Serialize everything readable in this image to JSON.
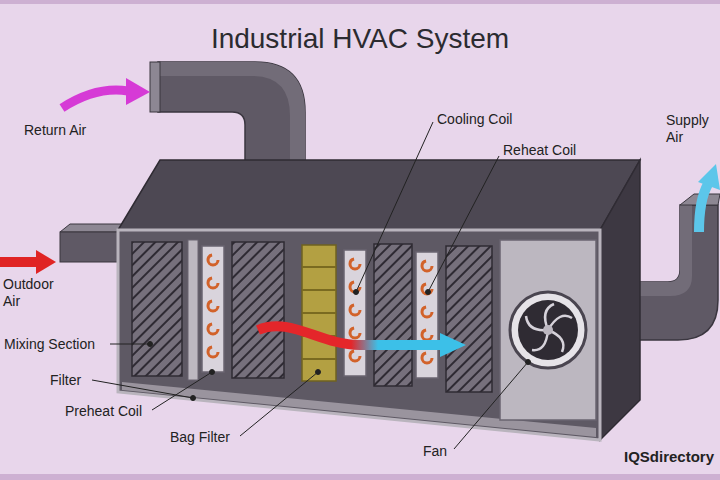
{
  "diagram": {
    "title": "Industrial HVAC System",
    "labels": [
      "Return Air",
      "Outdoor Air",
      "Supply Air",
      "Cooling Coil",
      "Reheat Coil",
      "Mixing Section",
      "Filter",
      "Preheat Coil",
      "Bag Filter",
      "Fan",
      "IQSdirectory"
    ]
  }
}
